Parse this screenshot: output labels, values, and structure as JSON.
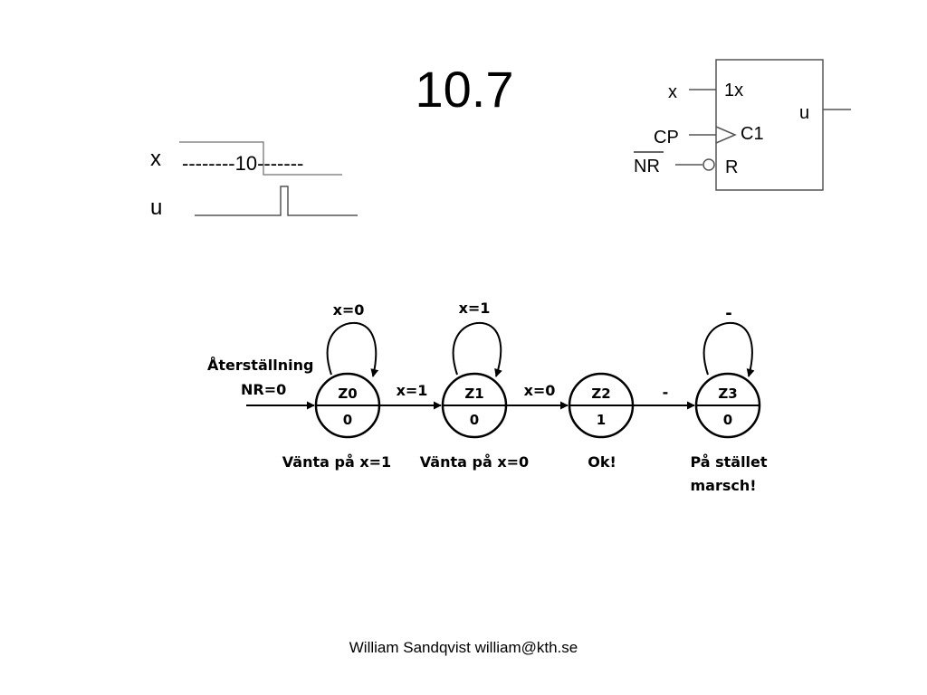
{
  "slide": {
    "title": "10.7",
    "footer": "William Sandqvist william@kth.se"
  },
  "timing": {
    "x_label": "x",
    "u_label": "u",
    "x_signal": "--------10-------"
  },
  "block": {
    "in_x": "x",
    "in_cp": "CP",
    "in_nr": "NR",
    "pin_1x": "1x",
    "pin_c1": "C1",
    "pin_r": "R",
    "out_u": "u"
  },
  "fsm": {
    "reset_line1": "Återställning",
    "reset_line2": "NR=0",
    "states": [
      {
        "id": "Z0",
        "output": "0",
        "loop": "x=0",
        "desc": [
          "Vänta på x=1"
        ]
      },
      {
        "id": "Z1",
        "output": "0",
        "loop": "x=1",
        "desc": [
          "Vänta på x=0"
        ]
      },
      {
        "id": "Z2",
        "output": "1",
        "loop": "",
        "desc": [
          "Ok!"
        ]
      },
      {
        "id": "Z3",
        "output": "0",
        "loop": "-",
        "desc": [
          "På stället",
          "marsch!"
        ]
      }
    ],
    "transitions": [
      "x=1",
      "x=0",
      "-"
    ]
  }
}
